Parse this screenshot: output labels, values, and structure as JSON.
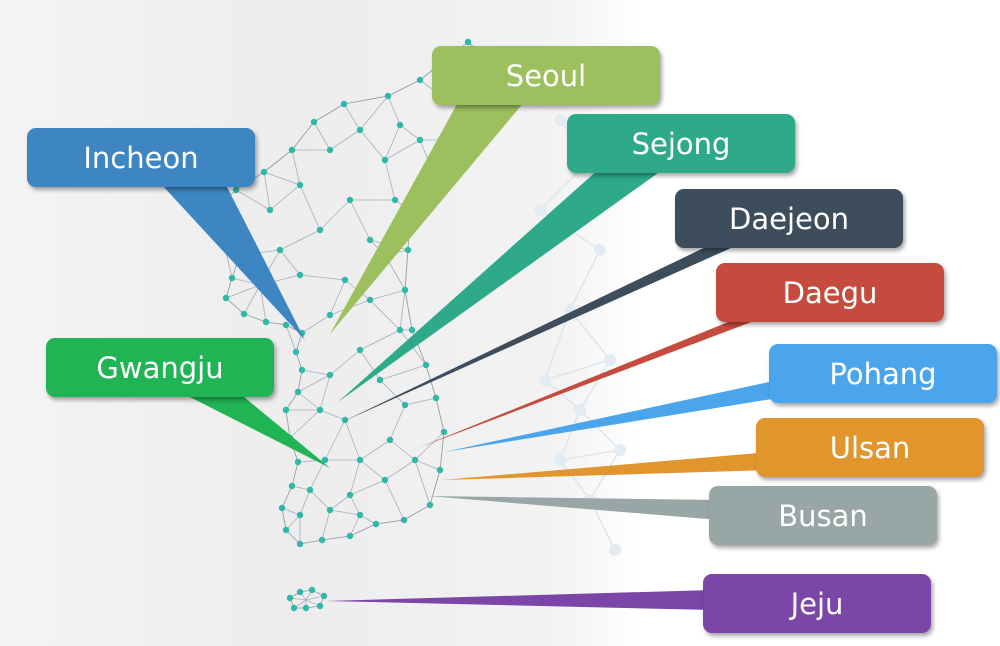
{
  "cities": [
    {
      "name": "Seoul",
      "color": "#9dc05e"
    },
    {
      "name": "Incheon",
      "color": "#3d86c2"
    },
    {
      "name": "Sejong",
      "color": "#2eaa8b"
    },
    {
      "name": "Daejeon",
      "color": "#3e4d5b"
    },
    {
      "name": "Daegu",
      "color": "#c54b3e"
    },
    {
      "name": "Gwangju",
      "color": "#20b454"
    },
    {
      "name": "Pohang",
      "color": "#4aa5ec"
    },
    {
      "name": "Ulsan",
      "color": "#e0962d"
    },
    {
      "name": "Busan",
      "color": "#99a6a6"
    },
    {
      "name": "Jeju",
      "color": "#7c45a8"
    }
  ],
  "network_color": "#2fb7a8"
}
